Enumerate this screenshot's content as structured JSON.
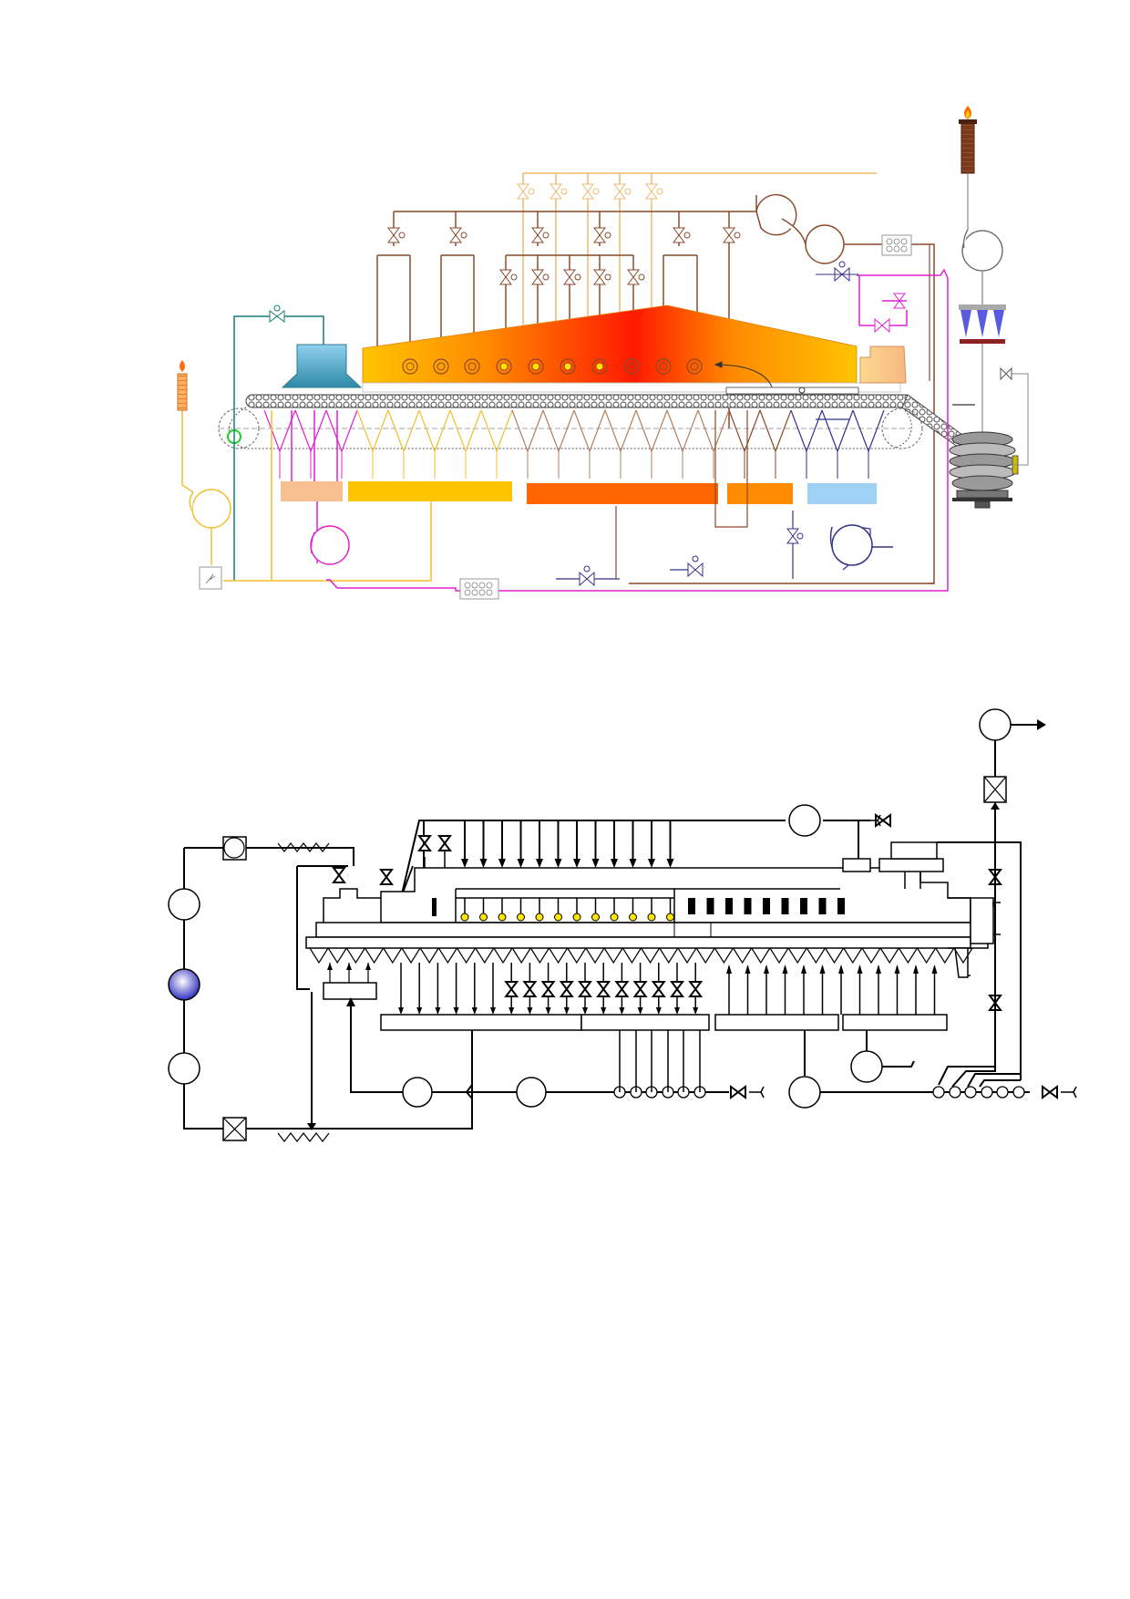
{
  "colors": {
    "background": "#ffffff",
    "brown": "#8b4a2b",
    "tan": "#f0b870",
    "teal": "#1d7a7a",
    "magenta": "#e020d0",
    "navy": "#33338a",
    "yellow": "#f0c030",
    "gray": "#777777",
    "black": "#000000",
    "hood_blue": "#4aa0d0",
    "box_peach": "#f8c090",
    "box_yellow": "#ffc400",
    "box_orange": "#ff6600",
    "box_orange2": "#ff8c00",
    "box_blue": "#9fd0f5"
  },
  "diagrams": [
    {
      "name": "color-process-flow-diagram",
      "style": "color schematic"
    },
    {
      "name": "line-process-flow-diagram",
      "style": "monochrome schematic"
    }
  ],
  "icons": [
    "chimney-icon",
    "flame-icon",
    "fan-icon",
    "valve-icon",
    "cyclone-dust-collector-icon",
    "filter-box-icon",
    "drive-wheel-icon",
    "sprocket-icon",
    "electrostatic-precipitator-icon"
  ]
}
